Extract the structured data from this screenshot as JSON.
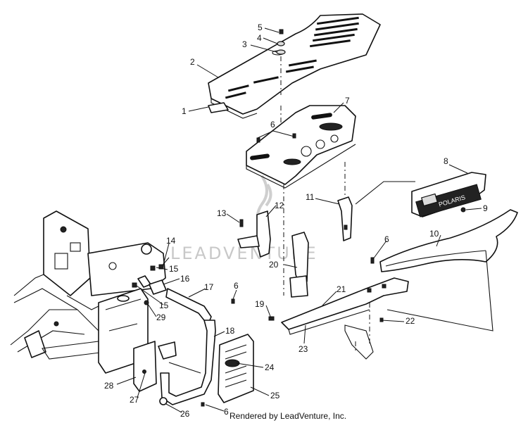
{
  "diagram": {
    "callouts": [
      {
        "n": "1"
      },
      {
        "n": "2"
      },
      {
        "n": "3"
      },
      {
        "n": "4"
      },
      {
        "n": "5"
      },
      {
        "n": "6"
      },
      {
        "n": "7"
      },
      {
        "n": "8"
      },
      {
        "n": "9"
      },
      {
        "n": "10"
      },
      {
        "n": "11"
      },
      {
        "n": "12"
      },
      {
        "n": "13"
      },
      {
        "n": "14"
      },
      {
        "n": "15"
      },
      {
        "n": "15"
      },
      {
        "n": "16"
      },
      {
        "n": "17"
      },
      {
        "n": "6"
      },
      {
        "n": "18"
      },
      {
        "n": "19"
      },
      {
        "n": "20"
      },
      {
        "n": "21"
      },
      {
        "n": "22"
      },
      {
        "n": "23"
      },
      {
        "n": "24"
      },
      {
        "n": "25"
      },
      {
        "n": "26"
      },
      {
        "n": "6"
      },
      {
        "n": "27"
      },
      {
        "n": "28"
      },
      {
        "n": "29"
      },
      {
        "n": "6"
      }
    ],
    "watermark": "LEADVENTURE",
    "credit": "Rendered by LeadVenture, Inc."
  }
}
